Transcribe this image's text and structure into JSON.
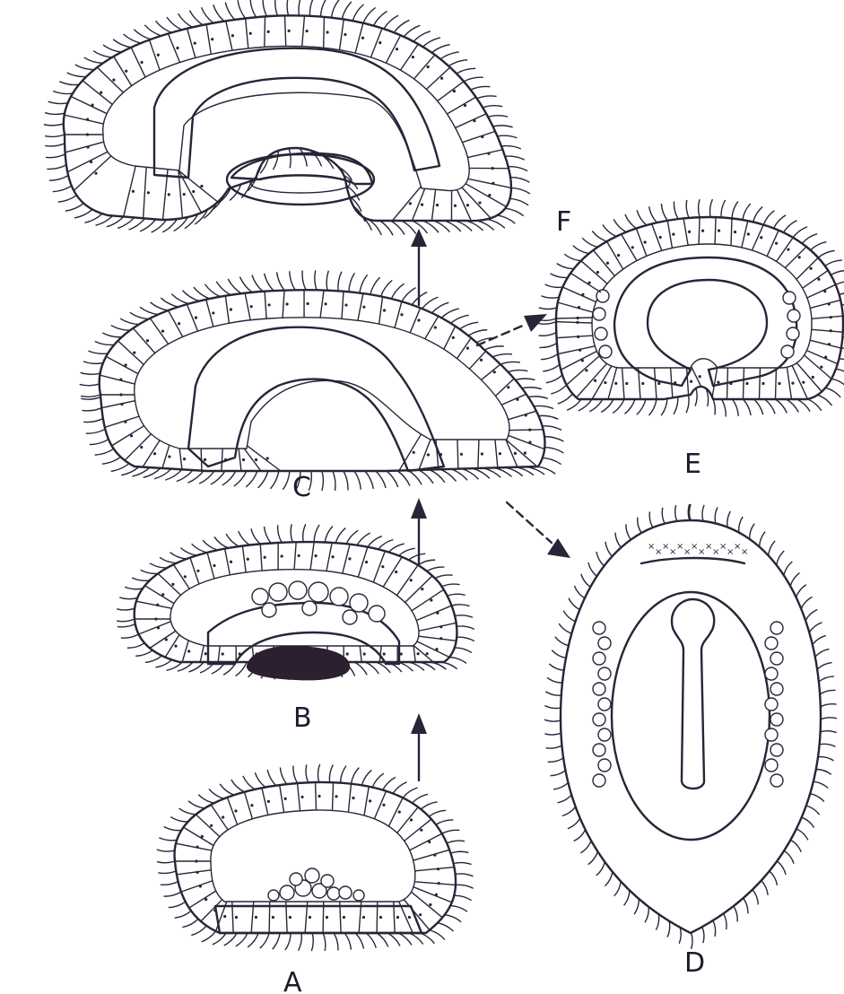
{
  "labels": {
    "a": "A",
    "b": "B",
    "c": "C",
    "d": "D",
    "e": "E",
    "f": "F"
  },
  "colors": {
    "ink": "#2a2438",
    "endoderm": "#e56a30",
    "background": "#ffffff",
    "yolk": "#2b2030"
  }
}
